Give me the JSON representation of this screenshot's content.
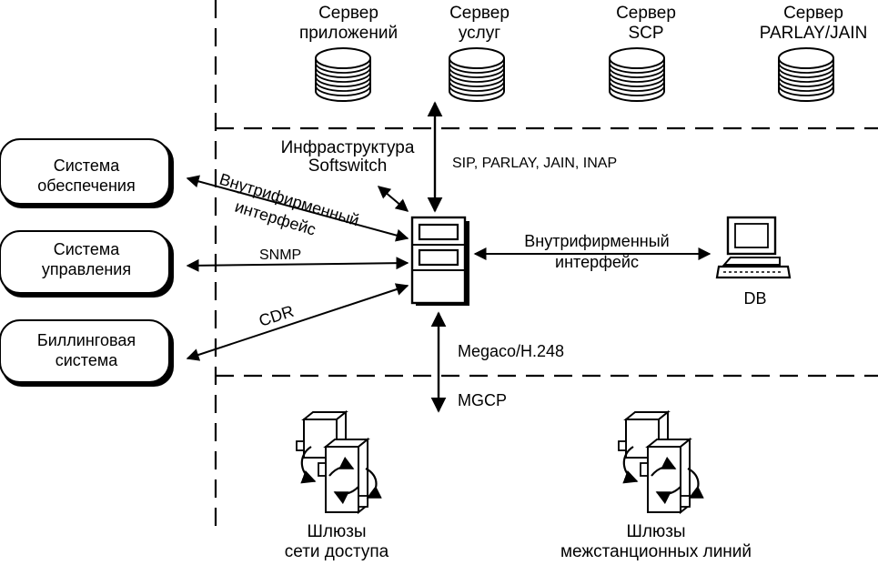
{
  "servers": [
    {
      "line1": "Сервер",
      "line2": "приложений"
    },
    {
      "line1": "Сервер",
      "line2": "услуг"
    },
    {
      "line1": "Сервер",
      "line2": "SCP"
    },
    {
      "line1": "Сервер",
      "line2": "PARLAY/JAIN"
    }
  ],
  "infrastructure": {
    "line1": "Инфраструктура",
    "line2": "Softswitch"
  },
  "protocols_top": "SIP, PARLAY, JAIN, INAP",
  "systems": [
    {
      "line1": "Система",
      "line2": "обеспечения"
    },
    {
      "line1": "Система",
      "line2": "управления"
    },
    {
      "line1": "Биллинговая",
      "line2": "система"
    }
  ],
  "links": {
    "support_line1": "Внутрифирменный",
    "support_line2": "интерфейс",
    "snmp": "SNMP",
    "cdr": "CDR",
    "db_line1": "Внутрифирменный",
    "db_line2": "интерфейс"
  },
  "db_label": "DB",
  "megaco": "Megaco/H.248",
  "mgcp": "MGCP",
  "gateways": [
    {
      "line1": "Шлюзы",
      "line2": "сети доступа"
    },
    {
      "line1": "Шлюзы",
      "line2": "межстанционных линий"
    }
  ]
}
